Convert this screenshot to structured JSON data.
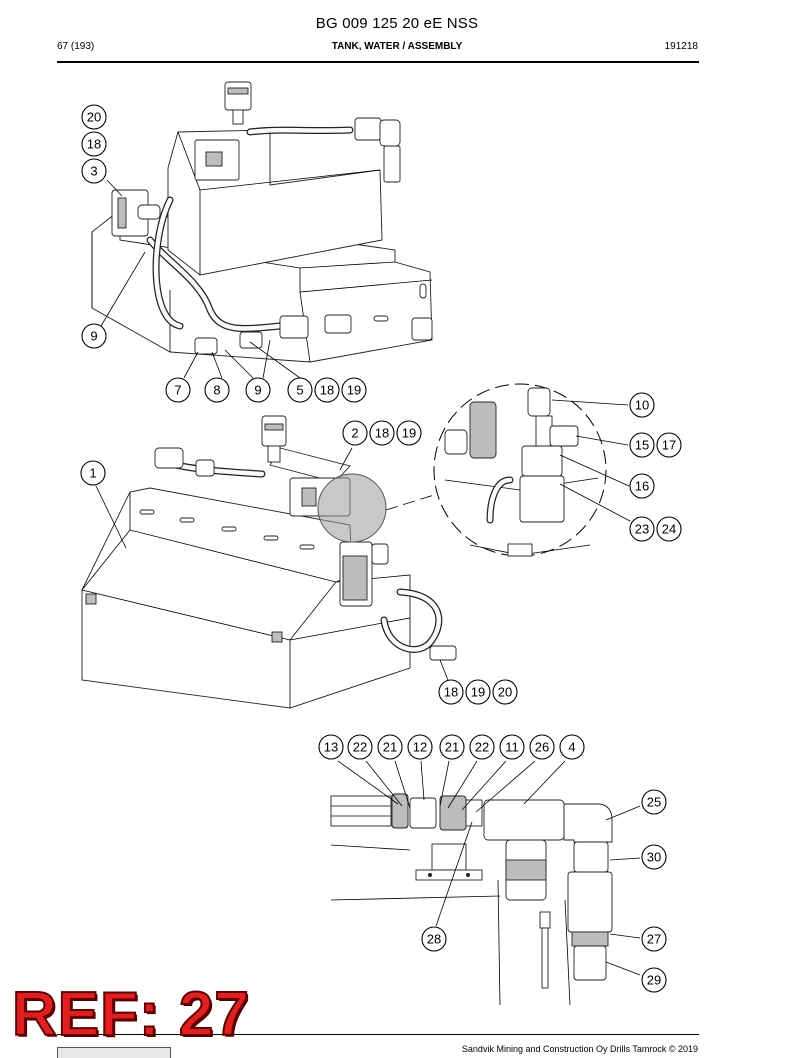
{
  "header": {
    "doc_number": "BG 009 125 20 eE NSS",
    "page": "67 (193)",
    "section_title": "TANK, WATER / ASSEMBLY",
    "date_code": "191218"
  },
  "footer": {
    "copyright": "Sandvik Mining and Construction Oy Drills Tamrock © 2019"
  },
  "stamp": {
    "text": "REF: 27",
    "color": "#e02020"
  },
  "callouts": {
    "top_view": [
      "20",
      "18",
      "3",
      "9",
      "7",
      "8",
      "9",
      "5",
      "18",
      "19"
    ],
    "main_view": [
      "1",
      "2",
      "18",
      "19",
      "18",
      "19",
      "20"
    ],
    "detail_view": [
      "10",
      "15",
      "17",
      "16",
      "23",
      "24"
    ],
    "bottom_view": [
      "13",
      "22",
      "21",
      "12",
      "21",
      "22",
      "11",
      "26",
      "4",
      "25",
      "30",
      "28",
      "27",
      "29"
    ]
  }
}
